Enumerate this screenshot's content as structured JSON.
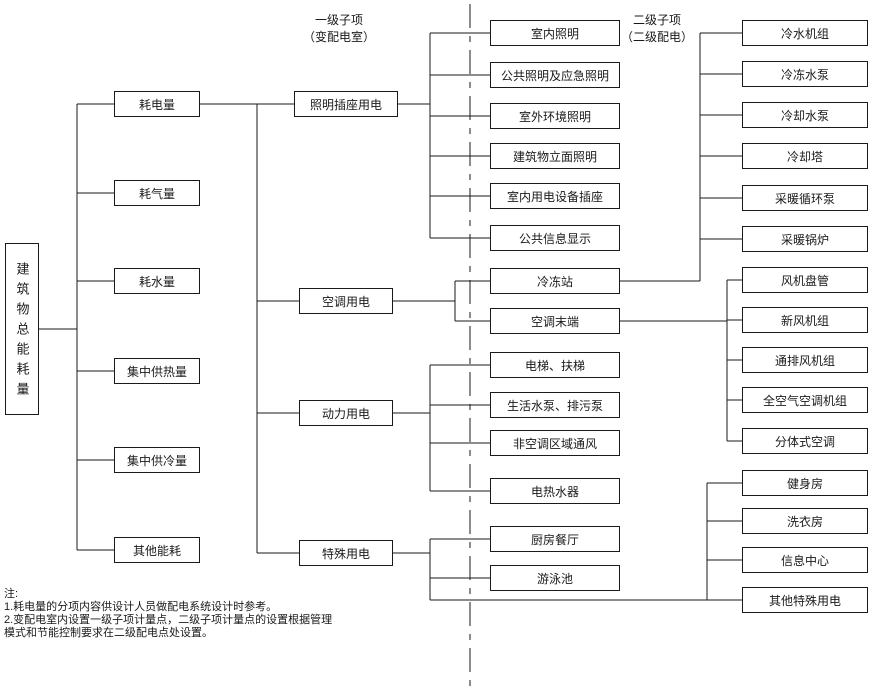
{
  "root_label": "建筑物总能耗量",
  "headers": {
    "level1_title": "一级子项",
    "level1_subtitle": "（变配电室）",
    "level2_title": "二级子项",
    "level2_subtitle": "（二级配电）"
  },
  "level1": [
    "耗电量",
    "耗气量",
    "耗水量",
    "集中供热量",
    "集中供冷量",
    "其他能耗"
  ],
  "level2": [
    "照明插座用电",
    "空调用电",
    "动力用电",
    "特殊用电"
  ],
  "lighting_children": [
    "室内照明",
    "公共照明及应急照明",
    "室外环境照明",
    "建筑物立面照明",
    "室内用电设备插座",
    "公共信息显示"
  ],
  "ac_children": [
    "冷冻站",
    "空调末端"
  ],
  "power_children": [
    "电梯、扶梯",
    "生活水泵、排污泵",
    "非空调区域通风",
    "电热水器"
  ],
  "special_children": [
    "厨房餐厅",
    "游泳池"
  ],
  "station_children": [
    "冷水机组",
    "冷冻水泵",
    "冷却水泵",
    "冷却塔",
    "采暖循环泵",
    "采暖锅炉"
  ],
  "terminal_children": [
    "风机盘管",
    "新风机组",
    "通排风机组",
    "全空气空调机组",
    "分体式空调"
  ],
  "special_children2": [
    "健身房",
    "洗衣房",
    "信息中心",
    "其他特殊用电"
  ],
  "notes": {
    "title": "注:",
    "line1": "1.耗电量的分项内容供设计人员做配电系统设计时参考。",
    "line2": "2.变配电室内设置一级子项计量点，二级子项计量点的设置根据管理",
    "line3": "模式和节能控制要求在二级配电点处设置。"
  }
}
